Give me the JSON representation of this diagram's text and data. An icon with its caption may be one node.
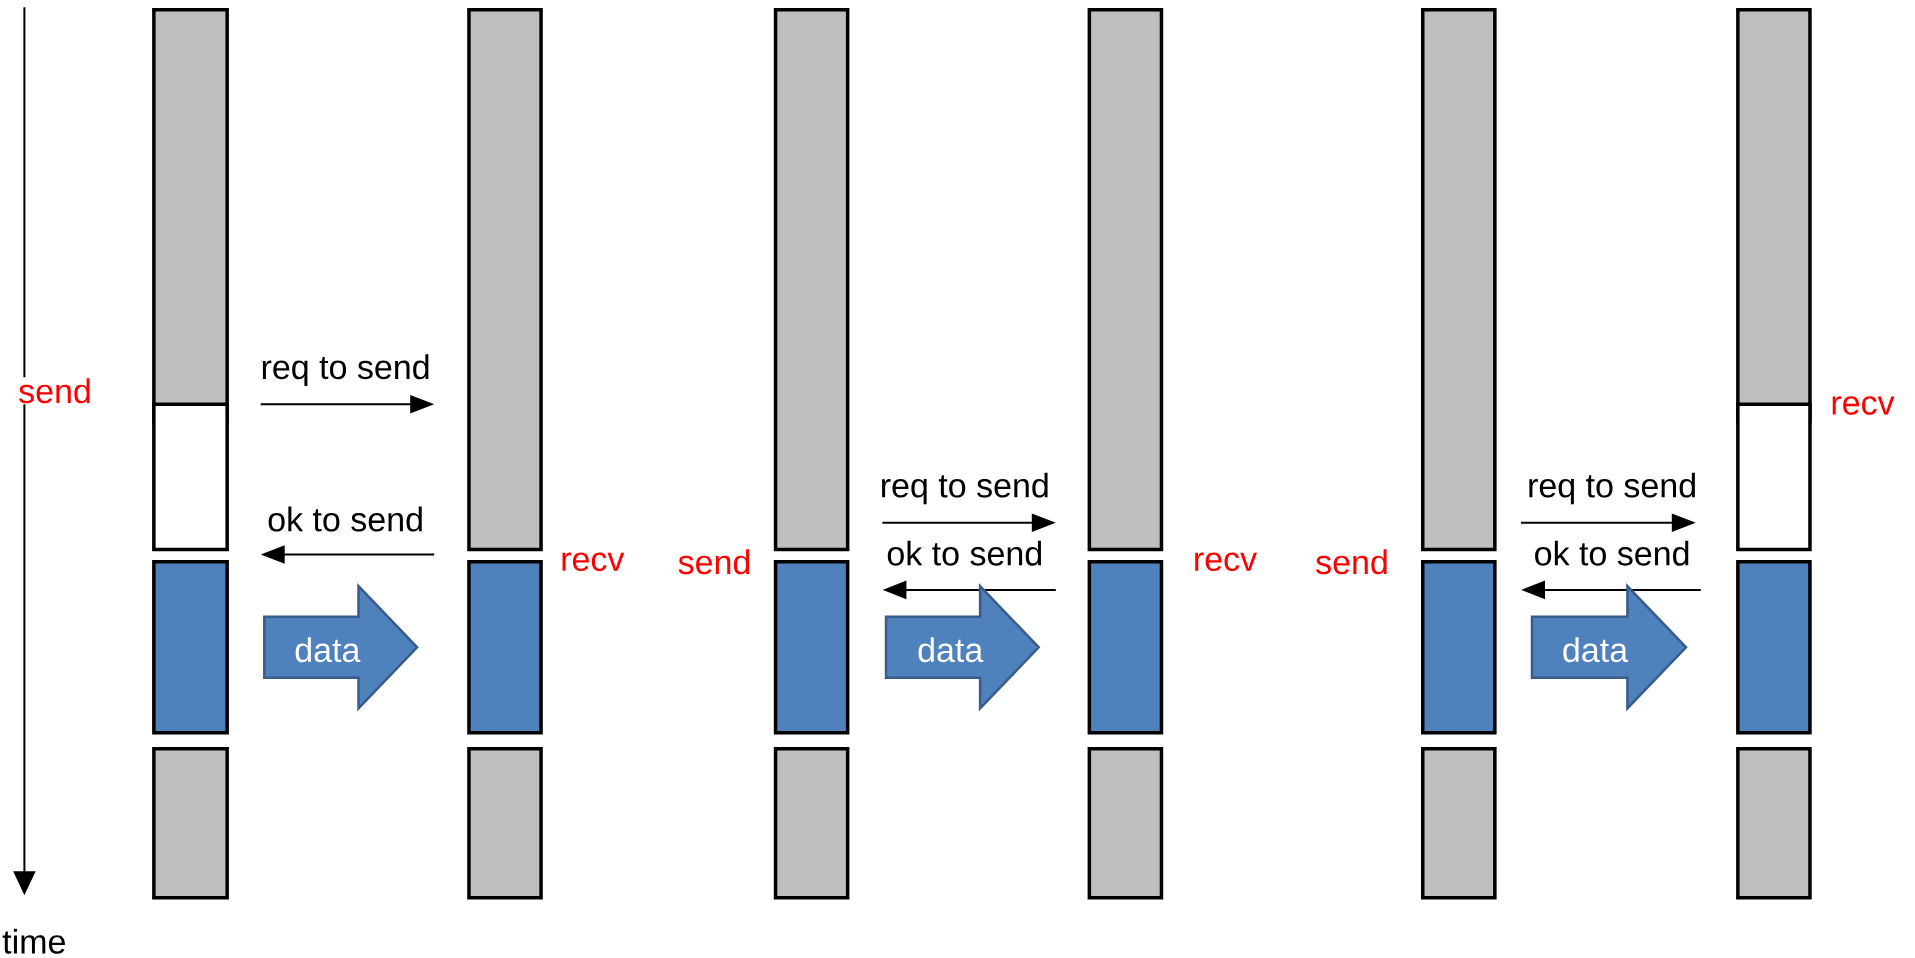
{
  "diagram": {
    "nodes": [
      {
        "text": [],
        "shape": "bar"
      },
      {
        "text": [],
        "shape": "bar",
        "beside": [
          "send"
        ]
      },
      {
        "text": [],
        "shape": "bar"
      },
      {
        "text": [],
        "shape": "bar"
      },
      {
        "text": [],
        "shape": "bar"
      },
      {
        "text": [],
        "shape": "bar",
        "beside": [
          "recv"
        ]
      },
      {
        "text": [],
        "shape": "bar"
      },
      {
        "text": [],
        "shape": "bar"
      },
      {
        "text": [],
        "shape": "bar",
        "beside": [
          "send"
        ]
      },
      {
        "text": [],
        "shape": "bar"
      },
      {
        "text": [],
        "shape": "bar"
      },
      {
        "text": [],
        "shape": "bar",
        "beside": [
          "recv"
        ]
      },
      {
        "text": [],
        "shape": "bar"
      },
      {
        "text": [],
        "shape": "bar"
      },
      {
        "text": [],
        "shape": "bar",
        "beside": [
          "send"
        ]
      },
      {
        "text": [],
        "shape": "bar"
      },
      {
        "text": [],
        "shape": "bar"
      },
      {
        "text": [],
        "shape": "bar",
        "beside": [
          "recv"
        ]
      },
      {
        "text": [],
        "shape": "bar"
      },
      {
        "text": [],
        "shape": "bar"
      }
    ],
    "edges": [
      {
        "from": 1,
        "to": 4,
        "arrow": "to",
        "label": "req to send"
      },
      {
        "from": 4,
        "to": 1,
        "arrow": "to",
        "label": "ok to send"
      },
      {
        "from": 2,
        "to": 5,
        "arrow": "to",
        "label": "data",
        "style": "thick",
        "color": "#4f81bd"
      },
      {
        "from": 7,
        "to": 10,
        "arrow": "to",
        "label": "req to send"
      },
      {
        "from": 11,
        "to": 8,
        "arrow": "to",
        "label": "ok to send"
      },
      {
        "from": 8,
        "to": 11,
        "arrow": "to",
        "label": "data",
        "style": "thick",
        "color": "#4f81bd"
      },
      {
        "from": 13,
        "to": 17,
        "arrow": "to",
        "label": "req to send"
      },
      {
        "from": 18,
        "to": 14,
        "arrow": "to",
        "label": "ok to send"
      },
      {
        "from": 14,
        "to": 18,
        "arrow": "to",
        "label": "data",
        "style": "thick",
        "color": "#4f81bd"
      }
    ],
    "labels": [
      "time"
    ]
  }
}
